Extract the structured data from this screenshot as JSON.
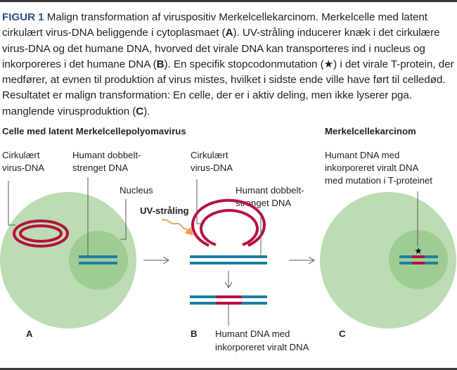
{
  "caption": {
    "figure_label": "FIGUR 1",
    "segments": [
      {
        "text": " Malign transformation af viruspositiv Merkelcellekarcinom. Merkelcelle med latent cirkulært virus-DNA beliggende i cytoplasmaet (",
        "bold": false
      },
      {
        "text": "A",
        "bold": true
      },
      {
        "text": "). UV-stråling inducerer knæk i det cirkulære virus-DNA og det humane DNA, hvorved det virale DNA kan transporteres ind i nucleus og inkorporeres i det humane DNA (",
        "bold": false
      },
      {
        "text": "B",
        "bold": true
      },
      {
        "text": "). En specifik stopcodonmutation (★) i det virale T-protein, der medfører, at evnen til produktion af virus mistes, hvilket i sidste ende ville have ført til celledød. Resultatet er malign transformation: En celle, der er i aktiv deling, men ikke lyserer pga. manglende virusproduktion (",
        "bold": false
      },
      {
        "text": "C",
        "bold": true
      },
      {
        "text": ").",
        "bold": false
      }
    ]
  },
  "panels": {
    "left_heading": "Celle med latent Merkelcellepolyomavirus",
    "right_heading": "Merkelcellekarcinom",
    "A": {
      "label": "A",
      "circular_dna_label": [
        "Cirkulært",
        "virus-DNA"
      ],
      "human_dna_label": [
        "Humant dobbelt-",
        "strenget DNA"
      ],
      "nucleus_label": "Nucleus"
    },
    "B": {
      "label": "B",
      "circular_dna_label": [
        "Cirkulært",
        "virus-DNA"
      ],
      "human_dna_label": [
        "Humant dobbelt-",
        "strenget DNA"
      ],
      "uv_label": "UV-stråling",
      "incorporated_label": [
        "Humant DNA med",
        "inkorporeret viralt DNA"
      ]
    },
    "C": {
      "label": "C",
      "mutation_label": [
        "Humant DNA med",
        "inkorporeret viralt DNA",
        "med mutation i T-proteinet"
      ],
      "mutation_symbol": "★"
    }
  },
  "colors": {
    "figure_label": "#2d4f8a",
    "cell": "#bcdcb3",
    "nucleus": "#9fcc92",
    "human_dna": "#1b7fa6",
    "viral_dna": "#b8103e",
    "uv_arrow": "#ef9a4a",
    "leader_line": "#5a5a5a"
  }
}
